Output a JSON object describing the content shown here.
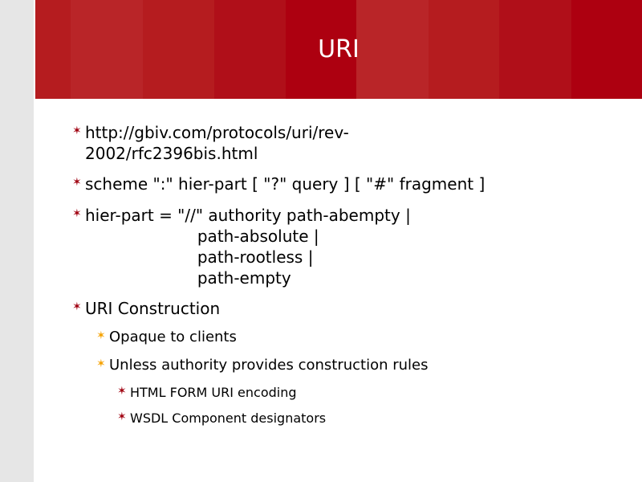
{
  "title": "URI",
  "colors": {
    "stripes": [
      "#b51c1f",
      "#b92528",
      "#b51c1f",
      "#b00f19",
      "#ad0010",
      "#b92528",
      "#b51c1f",
      "#b00f19",
      "#ad0010"
    ],
    "bullet_primary": "#a00010",
    "bullet_secondary": "#f5a100"
  },
  "bullets": [
    {
      "level": 1,
      "text": "http://gbiv.com/protocols/uri/rev-\n2002/rfc2396bis.html"
    },
    {
      "level": 1,
      "text": "scheme \":\" hier-part [ \"?\" query ] [ \"#\" fragment ]"
    },
    {
      "level": 1,
      "text": "hier-part = \"//\" authority path-abempty |\n                      path-absolute |\n                      path-rootless |\n                      path-empty"
    },
    {
      "level": 1,
      "text": "URI Construction"
    },
    {
      "level": 2,
      "text": "Opaque to clients"
    },
    {
      "level": 2,
      "text": "Unless authority provides construction rules"
    },
    {
      "level": 3,
      "text": "HTML FORM URI encoding"
    },
    {
      "level": 3,
      "text": "WSDL Component designators"
    }
  ]
}
